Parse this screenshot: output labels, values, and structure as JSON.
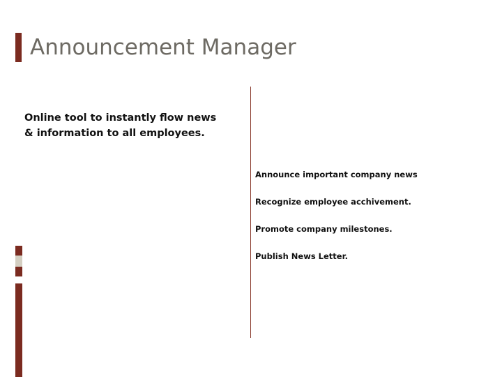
{
  "slide": {
    "title": "Announcement Manager",
    "left_block": {
      "lines": [
        "Online  tool to instantly flow news",
        "& information to all employees."
      ]
    },
    "right_block": {
      "items": [
        "Announce important company news",
        "Recognize employee acchivement.",
        "Promote company milestones.",
        "Publish News Letter."
      ]
    }
  },
  "colors": {
    "title_text": "#6d6a63",
    "accent_dark": "#7b2b20",
    "accent_tan": "#d4cfc2",
    "divider": "#8a3a2c",
    "body_text": "#111111",
    "background": "#ffffff"
  }
}
